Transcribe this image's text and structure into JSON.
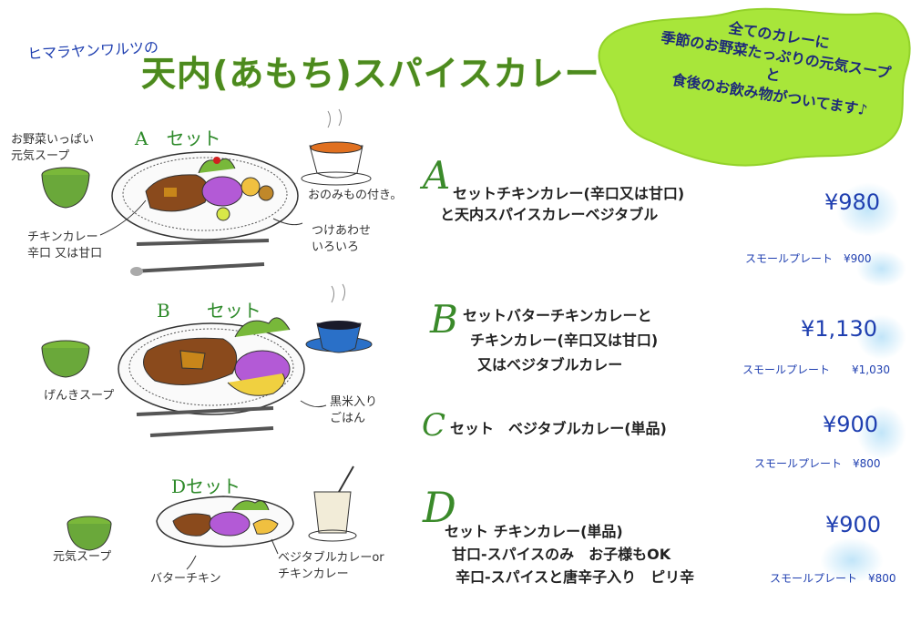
{
  "header": {
    "brand": "ヒマラヤンワルツの",
    "title": "天内(あもち)スパイスカレー"
  },
  "promo": {
    "lines": [
      "全てのカレーに",
      "季節のお野菜たっぷりの元気スープ",
      "と",
      "食後のお飲み物がついてます♪"
    ]
  },
  "sets": [
    {
      "letter": "A",
      "lines": [
        "セットチキンカレー(辛口又は甘口)",
        "と天内スパイスカレーベジタブル"
      ],
      "price": "¥980",
      "small_plate": "スモールプレート　¥900"
    },
    {
      "letter": "B",
      "lines": [
        "セットバターチキンカレーと",
        "チキンカレー(辛口又は甘口)",
        "又はベジタブルカレー"
      ],
      "price": "¥1,130",
      "small_plate": "スモールプレート　　¥1,030"
    },
    {
      "letter": "C",
      "lines": [
        "セット　ベジタブルカレー(単品)"
      ],
      "price": "¥900",
      "small_plate": "スモールプレート　¥800"
    },
    {
      "letter": "D",
      "lines": [
        "セット チキンカレー(単品)",
        "甘口-スパイスのみ　お子様もOK",
        "辛口-スパイスと唐辛子入り　ピリ辛"
      ],
      "price": "¥900",
      "small_plate": "スモールプレート　¥800"
    }
  ],
  "illustration": {
    "a_label": "A　セット",
    "a_soup": [
      "お野菜いっぱい",
      "元気スープ"
    ],
    "a_curry": [
      "チキンカレー",
      "辛口 又は甘口"
    ],
    "a_side": [
      "つけあわせ",
      "いろいろ"
    ],
    "a_drink": "おのみもの付き。",
    "b_label": "B　　セット",
    "b_soup": "げんきスープ",
    "b_rice": [
      "黒米入り",
      "ごはん"
    ],
    "d_label": "Dセット",
    "d_soup": "元気スープ",
    "d_curry1": "バターチキン",
    "d_curry2": [
      "ベジタブルカレーor",
      "チキンカレー"
    ]
  },
  "colors": {
    "title": "#4c8a1e",
    "price": "#1f3fb0",
    "splash": "#a8e63a",
    "curry": "#8a4a1c",
    "purple": "#b35ad6",
    "soup": "#6aa83a"
  }
}
